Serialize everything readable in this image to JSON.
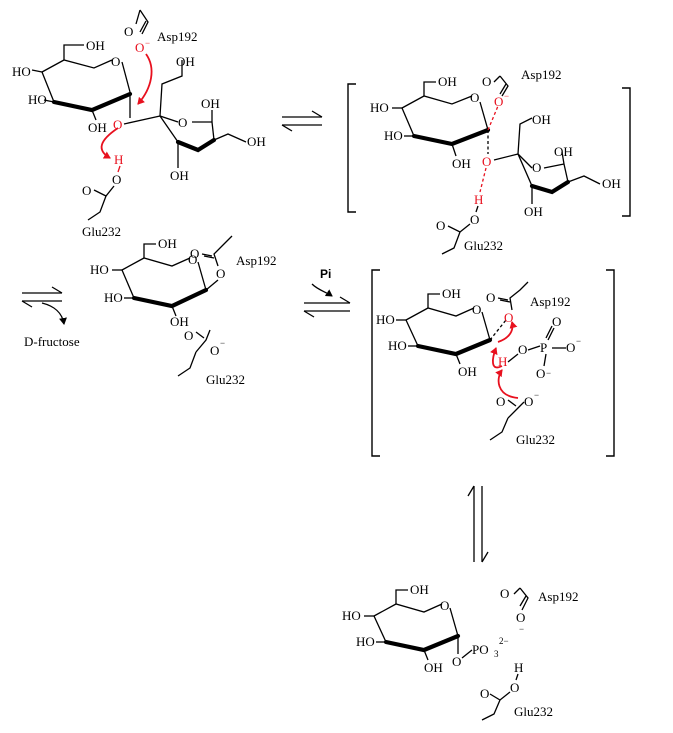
{
  "atoms": {
    "oh": "OH",
    "ho": "HO",
    "o": "O",
    "o_minus": "O",
    "minus": "−",
    "h": "H",
    "p": "P",
    "po3": "PO",
    "po3_sub": "3",
    "po3_charge": "2−"
  },
  "residues": {
    "asp": "Asp192",
    "glu": "Glu232"
  },
  "labels": {
    "d_fructose": "D-fructose",
    "pi": "Pi"
  },
  "colors": {
    "mechanism_arrow": "#e8101e",
    "bond": "#000000"
  }
}
